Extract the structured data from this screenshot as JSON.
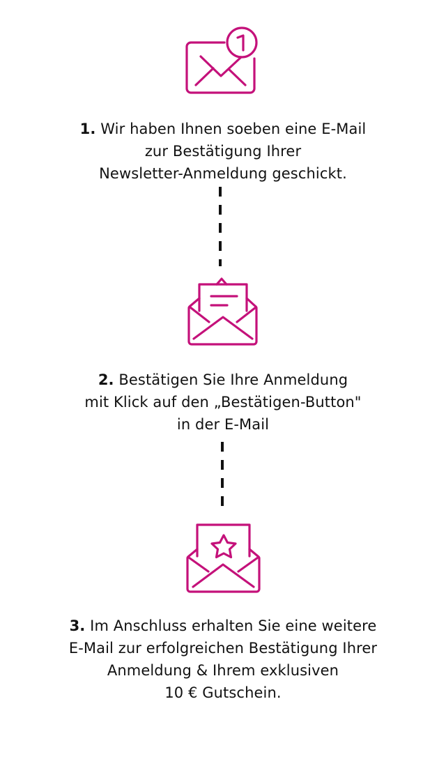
{
  "accent_color": "#C4117A",
  "steps": [
    {
      "icon": "envelope-notification-icon",
      "badge": "1",
      "number": "1.",
      "lines": [
        "Wir haben Ihnen soeben eine E-Mail",
        "zur Bestätigung Ihrer",
        "Newsletter-Anmeldung geschickt."
      ]
    },
    {
      "icon": "open-envelope-letter-icon",
      "number": "2.",
      "lines": [
        "Bestätigen Sie Ihre Anmeldung",
        "mit Klick auf den „Bestätigen-Button\"",
        "in der E-Mail"
      ]
    },
    {
      "icon": "open-envelope-star-icon",
      "number": "3.",
      "lines": [
        "Im Anschluss erhalten Sie eine weitere",
        "E-Mail zur erfolgreichen Bestätigung Ihrer",
        "Anmeldung & Ihrem exklusiven",
        "10 € Gutschein."
      ]
    }
  ]
}
